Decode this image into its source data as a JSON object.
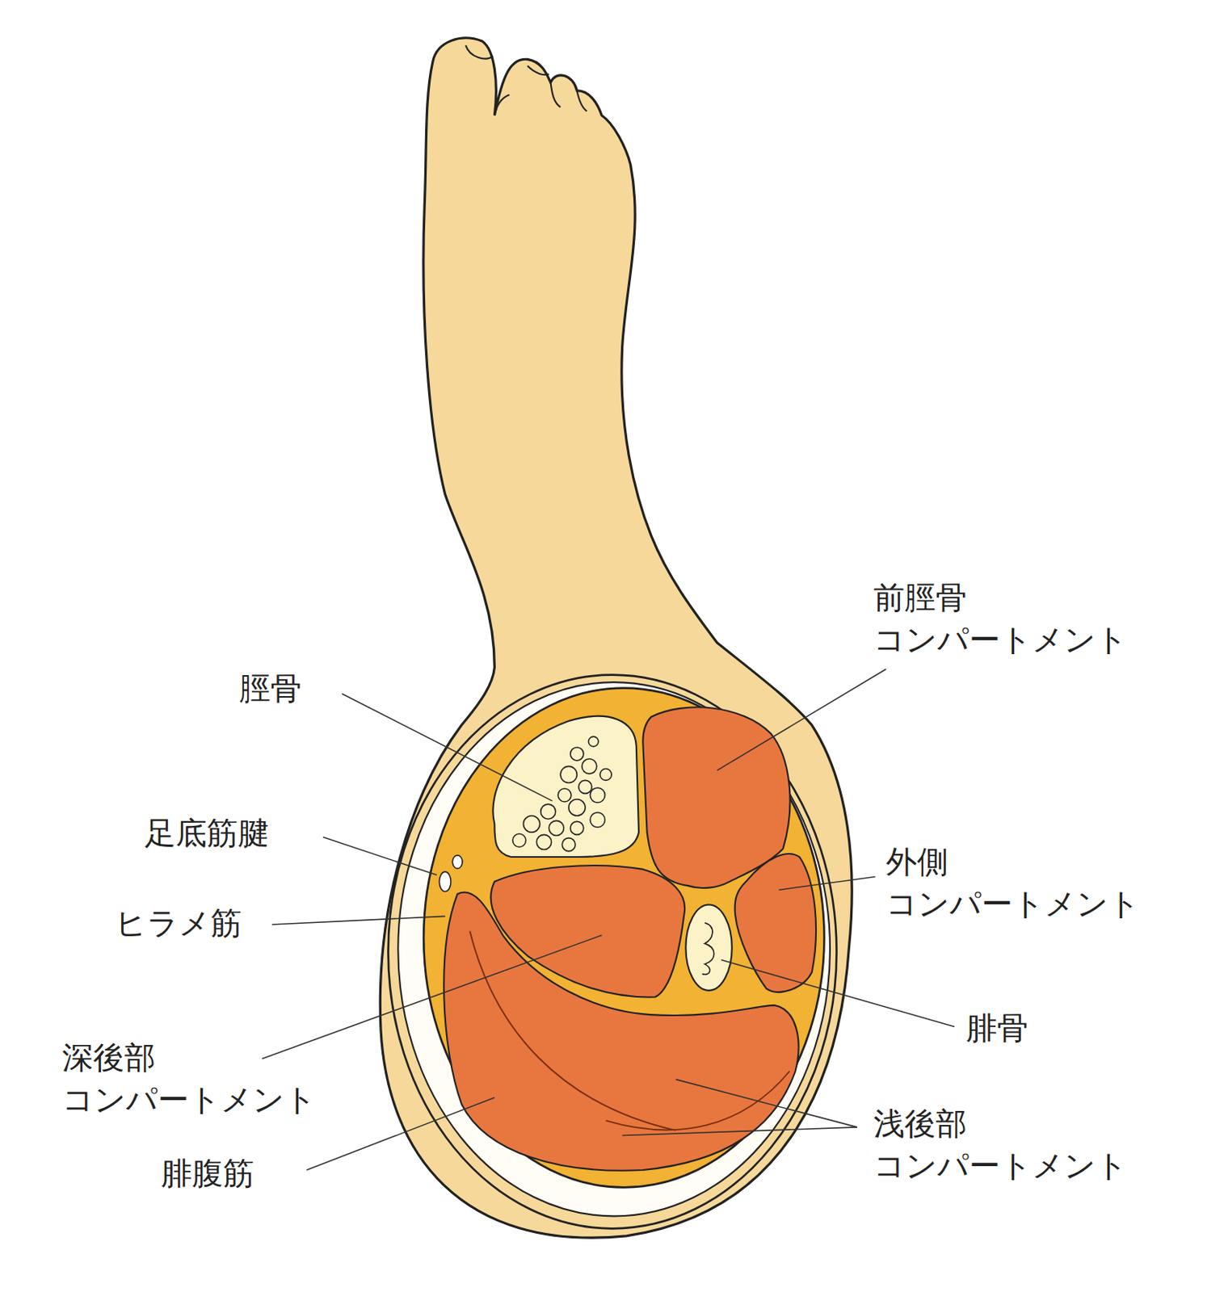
{
  "diagram": {
    "labels": [
      "前脛骨 コンパートメント",
      "脛骨",
      "足底筋腱",
      "外側 コンパートメント",
      "ヒラメ筋",
      "腓骨",
      "深後部 コンパートメント",
      "浅後部 コンパートメント",
      "腓腹筋"
    ]
  }
}
